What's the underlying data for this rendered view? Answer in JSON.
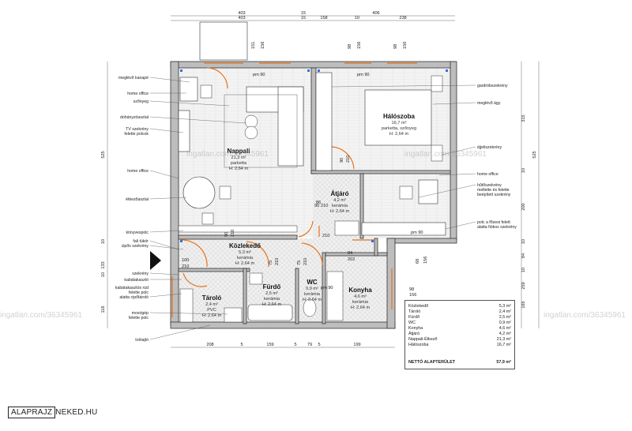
{
  "rooms": [
    {
      "name": "Nappali",
      "area": "21,3 m²",
      "floor": "parketta",
      "height": "H: 2,64 m"
    },
    {
      "name": "Hálószoba",
      "area": "16,7 m²",
      "floor": "parketta, szőnyeg",
      "height": "H: 2,64 m"
    },
    {
      "name": "Átjáró",
      "area": "4,2 m²",
      "floor": "kerámia",
      "height": "H: 2,64 m"
    },
    {
      "name": "Közlekedő",
      "area": "5,3 m²",
      "floor": "kerámia",
      "height": "H: 2,64 m"
    },
    {
      "name": "Fürdő",
      "area": "2,5 m²",
      "floor": "kerámia",
      "height": "H: 2,64 m"
    },
    {
      "name": "WC",
      "area": "0,9 m²",
      "floor": "kerámia",
      "height": "H: 2,64 m"
    },
    {
      "name": "Konyha",
      "area": "4,6 m²",
      "floor": "kerámia",
      "height": "H: 2,64 m"
    },
    {
      "name": "Tároló",
      "area": "2,4 m²",
      "floor": "PVC",
      "height": "H: 2,64 m"
    }
  ],
  "left_labels": [
    "meglévő kanapé",
    "home office",
    "szőnyeg",
    "dohányzóasztal",
    "TV szekrény",
    "felette polcok",
    "home office",
    "étkezőasztal",
    "könyvespolc",
    "fali tükör",
    "cipős szekrény",
    "szekrény",
    "kabátakasztó",
    "kabátakasztós rúd",
    "felette polc",
    "alatta cipőtároló",
    "mosógép",
    "felette polc",
    "tolóajtó"
  ],
  "right_labels": [
    "gardróbszekrény",
    "meglévő ágy",
    "éjjeliszekrény",
    "home office",
    "hűtőszekrény",
    "mellette és felette",
    "beépített szekrény",
    "polc a főzest felett",
    "alatta fiókos szekrény"
  ],
  "dims": {
    "top_outer": [
      "403",
      "15",
      "406"
    ],
    "top_inner": [
      "403",
      "15",
      "158",
      "10",
      "238"
    ],
    "top_small": [
      "151",
      "156",
      "98",
      "156",
      "98",
      "156"
    ],
    "bottom": [
      "208",
      "5",
      "159",
      "5",
      "79",
      "5",
      "199"
    ],
    "left": [
      "525",
      "10",
      "133",
      "10",
      "116"
    ],
    "right": [
      "315",
      "525",
      "10",
      "200",
      "10",
      "84",
      "10",
      "259",
      "165"
    ],
    "doors": [
      "90",
      "210",
      "90",
      "210",
      "86",
      "210",
      "100",
      "210",
      "75",
      "210",
      "75",
      "210",
      "84",
      "202",
      "90",
      "210"
    ],
    "misc": [
      "156",
      "68",
      "98",
      "156",
      "pm 90",
      "pm 90",
      "pm 90",
      "pm 90"
    ]
  },
  "legend": {
    "rows": [
      {
        "name": "Közlekedő",
        "value": "5,3 m²"
      },
      {
        "name": "Tároló",
        "value": "2,4 m²"
      },
      {
        "name": "Fürdő",
        "value": "2,5 m²"
      },
      {
        "name": "WC",
        "value": "0,9 m²"
      },
      {
        "name": "Konyha",
        "value": "4,6 m²"
      },
      {
        "name": "Átjáró",
        "value": "4,2 m²"
      },
      {
        "name": "Nappali-Étkező",
        "value": "21,3 m²"
      },
      {
        "name": "Hálószoba",
        "value": "16,7 m²"
      }
    ],
    "total_label": "NETTÓ ALAPTERÜLET",
    "total_value": "57,9 m²"
  },
  "watermark": "ingatlan.com/36345961",
  "logo": {
    "boxed": "ALAPRAJZ",
    "rest": "NEKED.HU"
  },
  "colors": {
    "wall": "#bdbdbd",
    "door": "#e8731a",
    "blue": "#3a6fd8"
  }
}
